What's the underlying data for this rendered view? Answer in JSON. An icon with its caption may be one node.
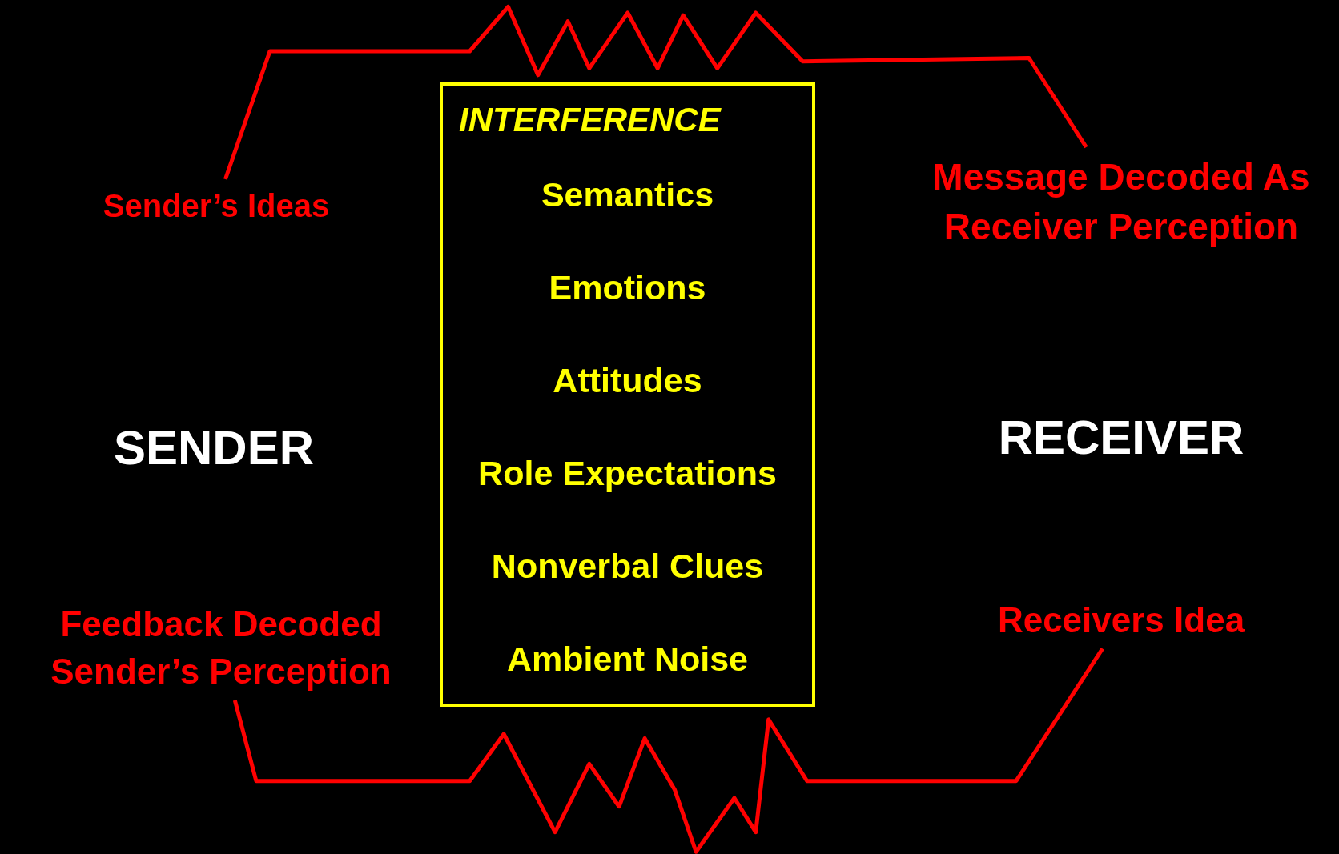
{
  "diagram": {
    "nodes": [
      {
        "text": [
          "Sender’s Ideas"
        ]
      },
      {
        "text": [
          "Message Decoded As Receiver Perception"
        ]
      },
      {
        "text": [
          "INTERFERENCE",
          "Semantics",
          "Emotions",
          "Attitudes",
          "Role Expectations",
          "Nonverbal Clues",
          "Ambient Noise"
        ]
      },
      {
        "text": [
          "Feedback Decoded Sender’s Perception"
        ]
      },
      {
        "text": [
          "Receivers Idea"
        ]
      }
    ],
    "edges": [
      {
        "from": 0,
        "to": 1,
        "arrow": "none"
      },
      {
        "from": 4,
        "to": 3,
        "arrow": "none"
      }
    ],
    "labels": [
      "SENDER",
      "RECEIVER"
    ]
  }
}
